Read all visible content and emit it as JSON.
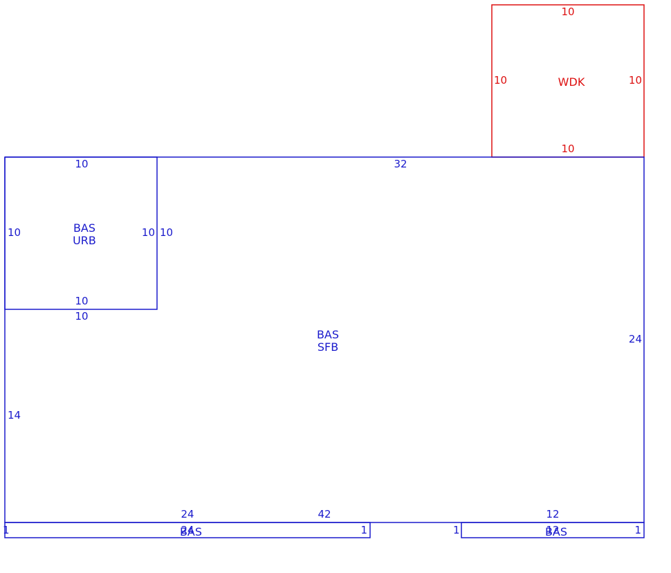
{
  "colors": {
    "building": "#1a1acc",
    "deck": "#dd1111"
  },
  "sections": {
    "deck": {
      "code": "WDK",
      "top": "10",
      "bottom": "10",
      "left": "10",
      "right": "10"
    },
    "urb": {
      "code_line1": "BAS",
      "code_line2": "URB",
      "top": "10",
      "bottom": "10",
      "left": "10",
      "right": "10"
    },
    "main": {
      "code_line1": "BAS",
      "code_line2": "SFB",
      "top": "32",
      "right": "24",
      "left_lower": "14",
      "right_of_urb": "10",
      "below_urb": "10",
      "bottom_total": "42",
      "bottom_left": "24",
      "bottom_right": "12"
    },
    "strip_left": {
      "code": "BAS",
      "length": "24",
      "left": "1",
      "right": "1"
    },
    "strip_right": {
      "code": "BAS",
      "length": "12",
      "left": "1",
      "right": "1"
    }
  }
}
